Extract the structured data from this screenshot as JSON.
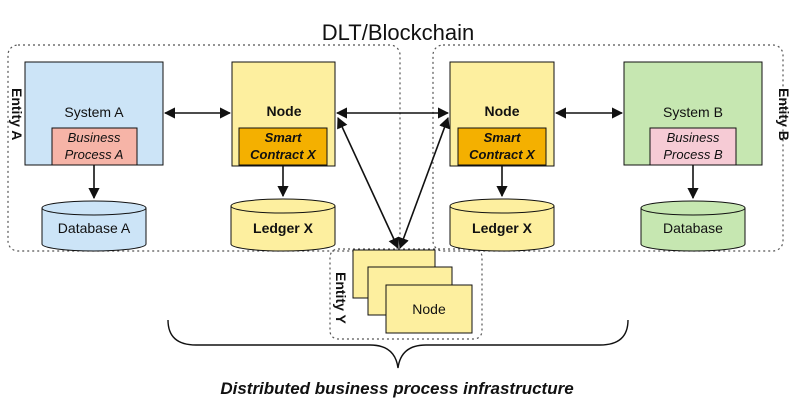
{
  "title": "DLT/Blockchain",
  "caption": "Distributed business process infrastructure",
  "entity_a": {
    "label": "Entity A",
    "system": "System A",
    "process_line1": "Business",
    "process_line2": "Process A",
    "database": "Database A"
  },
  "node_a": {
    "label": "Node",
    "contract_line1": "Smart",
    "contract_line2": "Contract X",
    "ledger": "Ledger X"
  },
  "node_b": {
    "label": "Node",
    "contract_line1": "Smart",
    "contract_line2": "Contract X",
    "ledger": "Ledger X"
  },
  "entity_b": {
    "label": "Entity B",
    "system": "System B",
    "process_line1": "Business",
    "process_line2": "Process B",
    "database": "Database"
  },
  "entity_y": {
    "label": "Entity Y",
    "node": "Node"
  },
  "colors": {
    "system_a": "#cce4f7",
    "system_b": "#c6e7b1",
    "node": "#fdef9f",
    "contract": "#f4b000",
    "process_a": "#f6b4a7",
    "process_b": "#f6cbd5",
    "database_a": "#cce4f7",
    "database_b": "#c6e7b1",
    "ledger": "#fdef9f"
  }
}
